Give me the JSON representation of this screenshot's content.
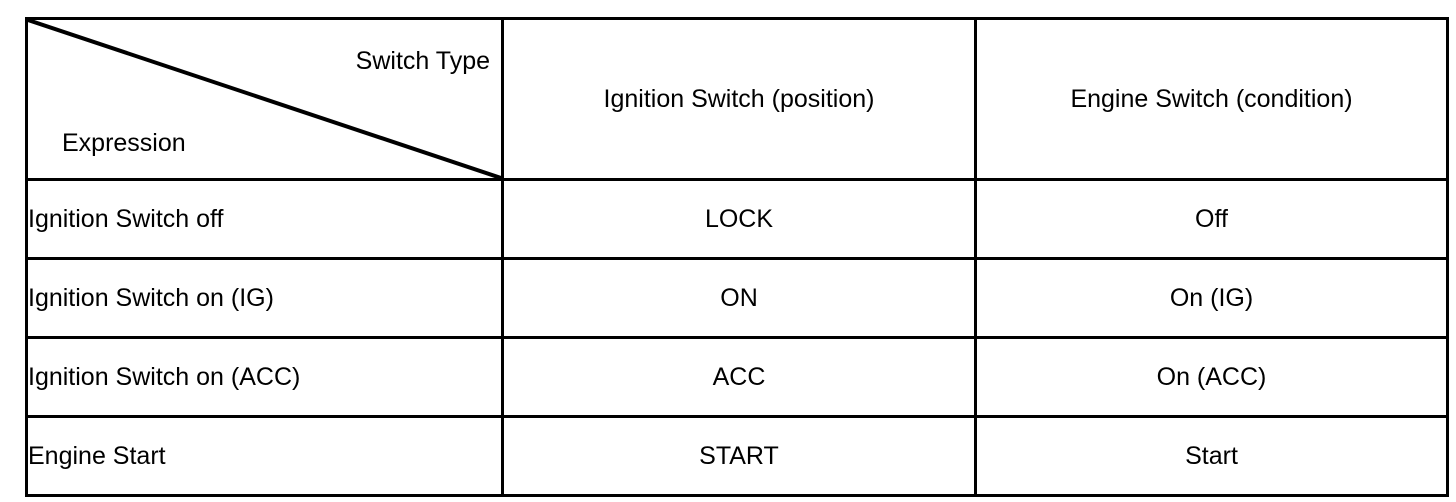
{
  "table": {
    "corner": {
      "column_axis_label": "Switch Type",
      "row_axis_label": "Expression"
    },
    "columns": [
      {
        "key": "expression",
        "label": "Expression"
      },
      {
        "key": "ignition_switch",
        "label": "Ignition Switch (position)"
      },
      {
        "key": "engine_switch",
        "label": "Engine Switch (condition)"
      }
    ],
    "rows": [
      {
        "expression": "Ignition Switch off",
        "ignition_switch": "LOCK",
        "engine_switch": "Off"
      },
      {
        "expression": "Ignition Switch on (IG)",
        "ignition_switch": "ON",
        "engine_switch": "On (IG)"
      },
      {
        "expression": "Ignition Switch on (ACC)",
        "ignition_switch": "ACC",
        "engine_switch": "On (ACC)"
      },
      {
        "expression": "Engine Start",
        "ignition_switch": "START",
        "engine_switch": "Start"
      }
    ]
  },
  "style": {
    "border_color": "#000000",
    "background": "#ffffff",
    "text_color": "#000000"
  }
}
